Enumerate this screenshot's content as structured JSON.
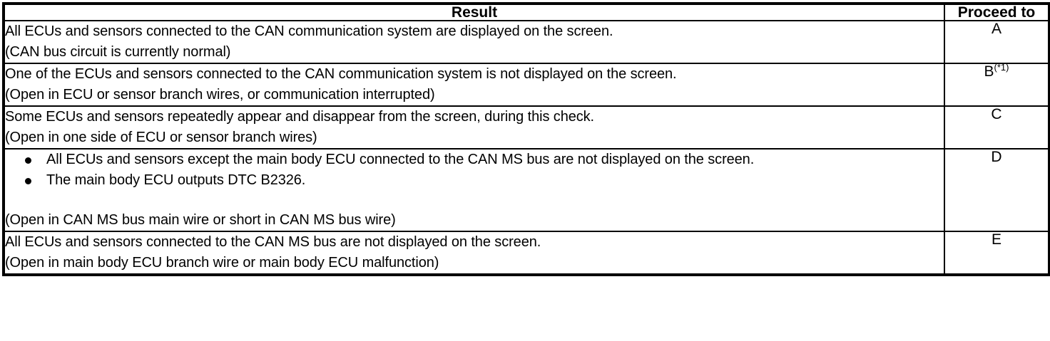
{
  "table": {
    "headers": {
      "result": "Result",
      "proceed": "Proceed to"
    },
    "rows": [
      {
        "lines": [
          "All ECUs and sensors connected to the CAN communication system are displayed on the screen.",
          "(CAN bus circuit is currently normal)"
        ],
        "bullets": [],
        "proceed": "A",
        "proceed_note": ""
      },
      {
        "lines": [
          "One of the ECUs and sensors connected to the CAN communication system is not displayed on the screen.",
          "(Open in ECU or sensor branch wires, or communication interrupted)"
        ],
        "bullets": [],
        "proceed": "B",
        "proceed_note": "(*1)"
      },
      {
        "lines": [
          "Some ECUs and sensors repeatedly appear and disappear from the screen, during this check.",
          "(Open in one side of ECU or sensor branch wires)"
        ],
        "bullets": [],
        "proceed": "C",
        "proceed_note": ""
      },
      {
        "lines": [
          "(Open in CAN MS bus main wire or short in CAN MS bus wire)"
        ],
        "bullets": [
          "All ECUs and sensors except the main body ECU connected to the CAN MS bus are not displayed on the screen.",
          "The main body ECU outputs DTC B2326."
        ],
        "proceed": "D",
        "proceed_note": ""
      },
      {
        "lines": [
          "All ECUs and sensors connected to the CAN MS bus are not displayed on the screen.",
          "(Open in main body ECU branch wire or main body ECU malfunction)"
        ],
        "bullets": [],
        "proceed": "E",
        "proceed_note": ""
      }
    ]
  },
  "colors": {
    "border": "#000000",
    "text": "#000000",
    "background": "#ffffff"
  }
}
